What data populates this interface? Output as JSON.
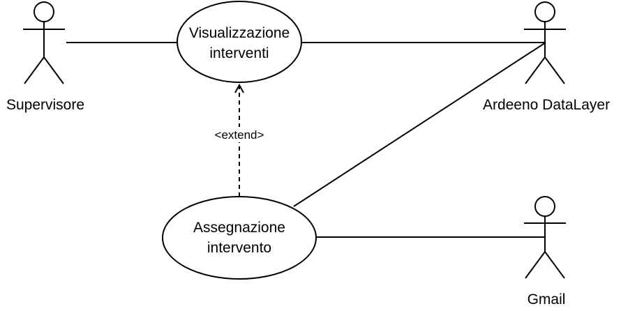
{
  "diagram": {
    "type": "use-case",
    "actors": [
      {
        "id": "supervisore",
        "label": "Supervisore"
      },
      {
        "id": "ardeeno",
        "label": "Ardeeno DataLayer"
      },
      {
        "id": "gmail",
        "label": "Gmail"
      }
    ],
    "use_cases": [
      {
        "id": "visualizzazione",
        "lines": [
          "Visualizzazione",
          "interventi"
        ]
      },
      {
        "id": "assegnazione",
        "lines": [
          "Assegnazione",
          "intervento"
        ]
      }
    ],
    "relations": [
      {
        "from": "supervisore",
        "to": "visualizzazione",
        "kind": "association"
      },
      {
        "from": "visualizzazione",
        "to": "ardeeno",
        "kind": "association"
      },
      {
        "from": "assegnazione",
        "to": "ardeeno",
        "kind": "association"
      },
      {
        "from": "assegnazione",
        "to": "gmail",
        "kind": "association"
      },
      {
        "from": "assegnazione",
        "to": "visualizzazione",
        "kind": "extend",
        "label": "<extend>"
      }
    ]
  }
}
